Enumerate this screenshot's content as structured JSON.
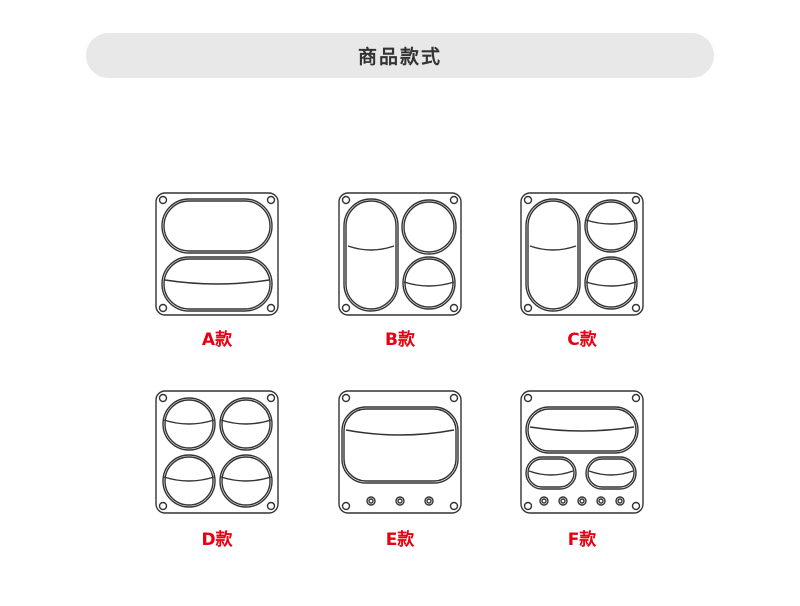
{
  "header": {
    "title": "商品款式"
  },
  "variants": [
    {
      "label": "A款"
    },
    {
      "label": "B款"
    },
    {
      "label": "C款"
    },
    {
      "label": "D款"
    },
    {
      "label": "E款"
    },
    {
      "label": "F款"
    }
  ],
  "colors": {
    "label": "#e60012",
    "header_bg": "#e8e8e8",
    "outline": "#333333"
  }
}
